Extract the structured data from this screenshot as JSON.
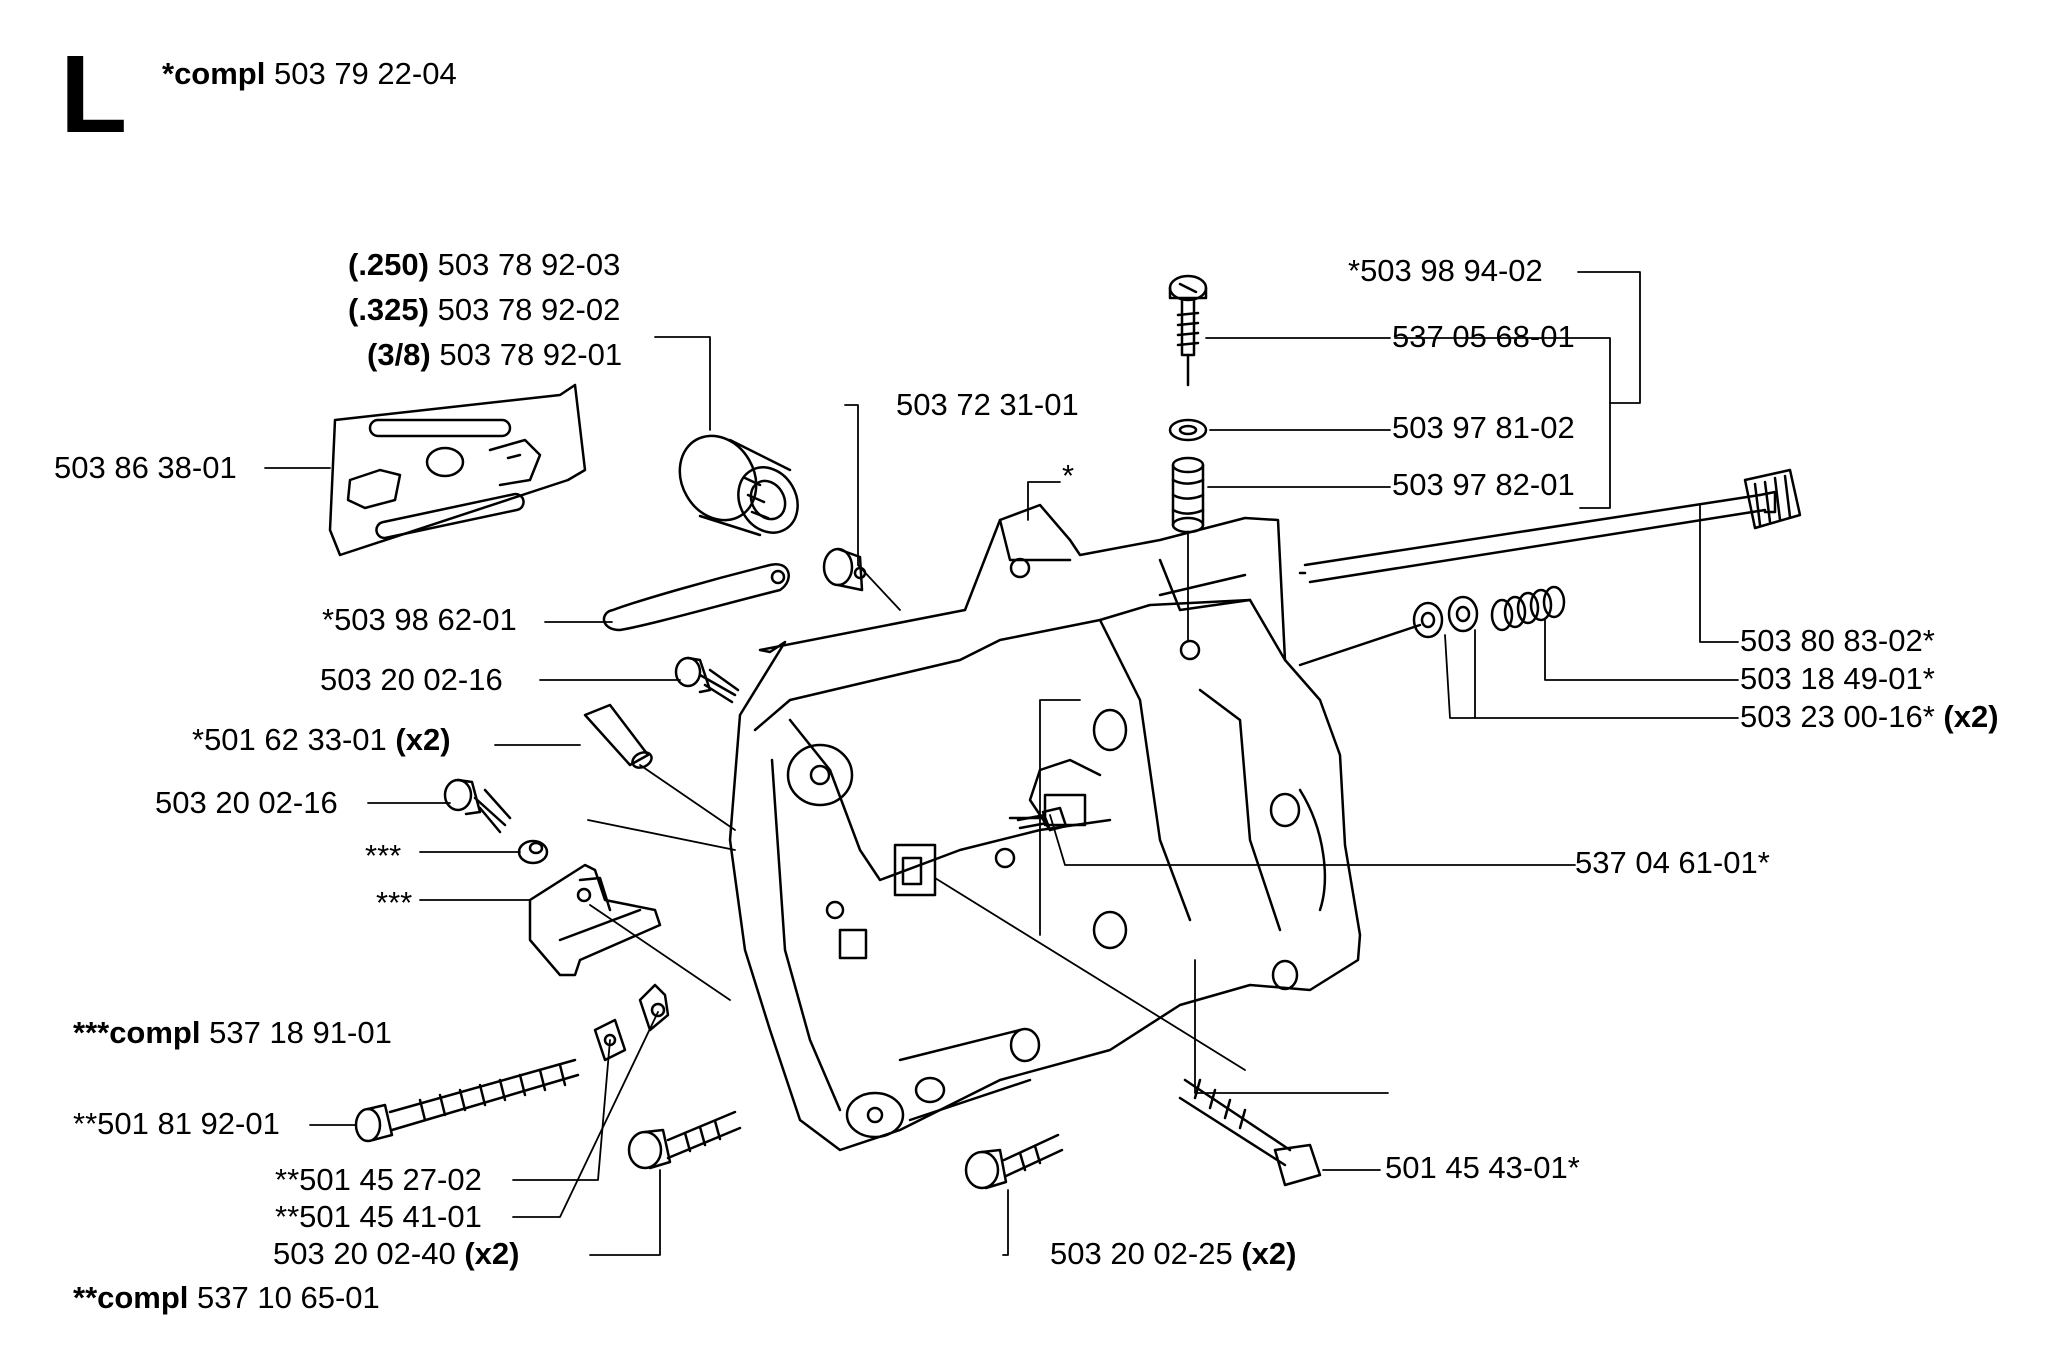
{
  "section": {
    "letter": "L",
    "compl_prefix": "*compl",
    "compl_number": "503 79 22-04"
  },
  "parts": [
    {
      "id": "bar-250",
      "prefix": "(.250)",
      "number": "503 78 92-03",
      "suffix": ""
    },
    {
      "id": "bar-325",
      "prefix": "(.325)",
      "number": "503 78 92-02",
      "suffix": ""
    },
    {
      "id": "bar-38",
      "prefix": "(3/8)",
      "number": "503 78 92-01",
      "suffix": ""
    },
    {
      "id": "plate",
      "prefix": "",
      "number": "503 86 38-01",
      "suffix": ""
    },
    {
      "id": "plug",
      "prefix": "",
      "number": "503 72 31-01",
      "suffix": ""
    },
    {
      "id": "star",
      "prefix": "",
      "number": "*",
      "suffix": ""
    },
    {
      "id": "strip",
      "prefix": "",
      "number": "*503 98 62-01",
      "suffix": ""
    },
    {
      "id": "screw-a",
      "prefix": "",
      "number": "503 20 02-16",
      "suffix": ""
    },
    {
      "id": "pin",
      "prefix": "",
      "number": "*501 62 33-01",
      "suffix": "(x2)"
    },
    {
      "id": "screw-b",
      "prefix": "",
      "number": "503 20 02-16",
      "suffix": ""
    },
    {
      "id": "triple-a",
      "prefix": "",
      "number": "***",
      "suffix": ""
    },
    {
      "id": "triple-b",
      "prefix": "",
      "number": "***",
      "suffix": ""
    },
    {
      "id": "compl-3",
      "prefix": "***compl",
      "number": "537 18 91-01",
      "suffix": ""
    },
    {
      "id": "tensioner",
      "prefix": "",
      "number": "**501 81 92-01",
      "suffix": ""
    },
    {
      "id": "nut-a",
      "prefix": "",
      "number": "**501 45 27-02",
      "suffix": ""
    },
    {
      "id": "nut-b",
      "prefix": "",
      "number": "**501 45 41-01",
      "suffix": ""
    },
    {
      "id": "screw-40",
      "prefix": "",
      "number": "503 20 02-40",
      "suffix": "(x2)"
    },
    {
      "id": "compl-2",
      "prefix": "**compl",
      "number": "537 10 65-01",
      "suffix": ""
    },
    {
      "id": "screw-25",
      "prefix": "",
      "number": "503 20 02-25",
      "suffix": "(x2)"
    },
    {
      "id": "bolt",
      "prefix": "",
      "number": "501 45 43-01*",
      "suffix": ""
    },
    {
      "id": "nipple",
      "prefix": "",
      "number": "537 04 61-01*",
      "suffix": ""
    },
    {
      "id": "oil-kit",
      "prefix": "",
      "number": "*503 98 94-02",
      "suffix": ""
    },
    {
      "id": "adj-screw",
      "prefix": "",
      "number": "537 05 68-01",
      "suffix": ""
    },
    {
      "id": "washer",
      "prefix": "",
      "number": "503 97 81-02",
      "suffix": ""
    },
    {
      "id": "spring",
      "prefix": "",
      "number": "503 97 82-01",
      "suffix": ""
    },
    {
      "id": "shaft",
      "prefix": "",
      "number": "503 80 83-02*",
      "suffix": ""
    },
    {
      "id": "spring2",
      "prefix": "",
      "number": "503 18 49-01*",
      "suffix": ""
    },
    {
      "id": "washers",
      "prefix": "",
      "number": "503 23 00-16*",
      "suffix": "(x2)"
    }
  ]
}
